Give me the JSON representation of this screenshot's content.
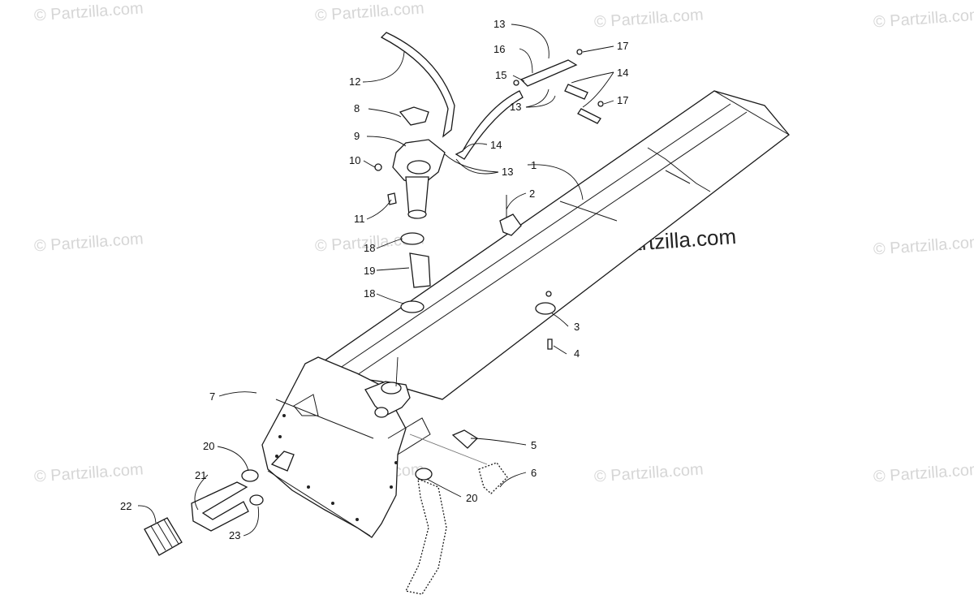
{
  "watermark": {
    "text": "© Partzilla.com",
    "prominent": "© Partzilla.com"
  },
  "callouts": [
    {
      "id": "1",
      "label": "1"
    },
    {
      "id": "2",
      "label": "2"
    },
    {
      "id": "3",
      "label": "3"
    },
    {
      "id": "4",
      "label": "4"
    },
    {
      "id": "5",
      "label": "5"
    },
    {
      "id": "6",
      "label": "6"
    },
    {
      "id": "7",
      "label": "7"
    },
    {
      "id": "8",
      "label": "8"
    },
    {
      "id": "9",
      "label": "9"
    },
    {
      "id": "10",
      "label": "10"
    },
    {
      "id": "11",
      "label": "11"
    },
    {
      "id": "12",
      "label": "12"
    },
    {
      "id": "13a",
      "label": "13"
    },
    {
      "id": "13b",
      "label": "13"
    },
    {
      "id": "13c",
      "label": "13"
    },
    {
      "id": "14a",
      "label": "14"
    },
    {
      "id": "14b",
      "label": "14"
    },
    {
      "id": "15",
      "label": "15"
    },
    {
      "id": "16",
      "label": "16"
    },
    {
      "id": "17a",
      "label": "17"
    },
    {
      "id": "17b",
      "label": "17"
    },
    {
      "id": "18a",
      "label": "18"
    },
    {
      "id": "18b",
      "label": "18"
    },
    {
      "id": "19",
      "label": "19"
    },
    {
      "id": "20a",
      "label": "20"
    },
    {
      "id": "20b",
      "label": "20"
    },
    {
      "id": "21",
      "label": "21"
    },
    {
      "id": "22",
      "label": "22"
    },
    {
      "id": "23",
      "label": "23"
    }
  ]
}
